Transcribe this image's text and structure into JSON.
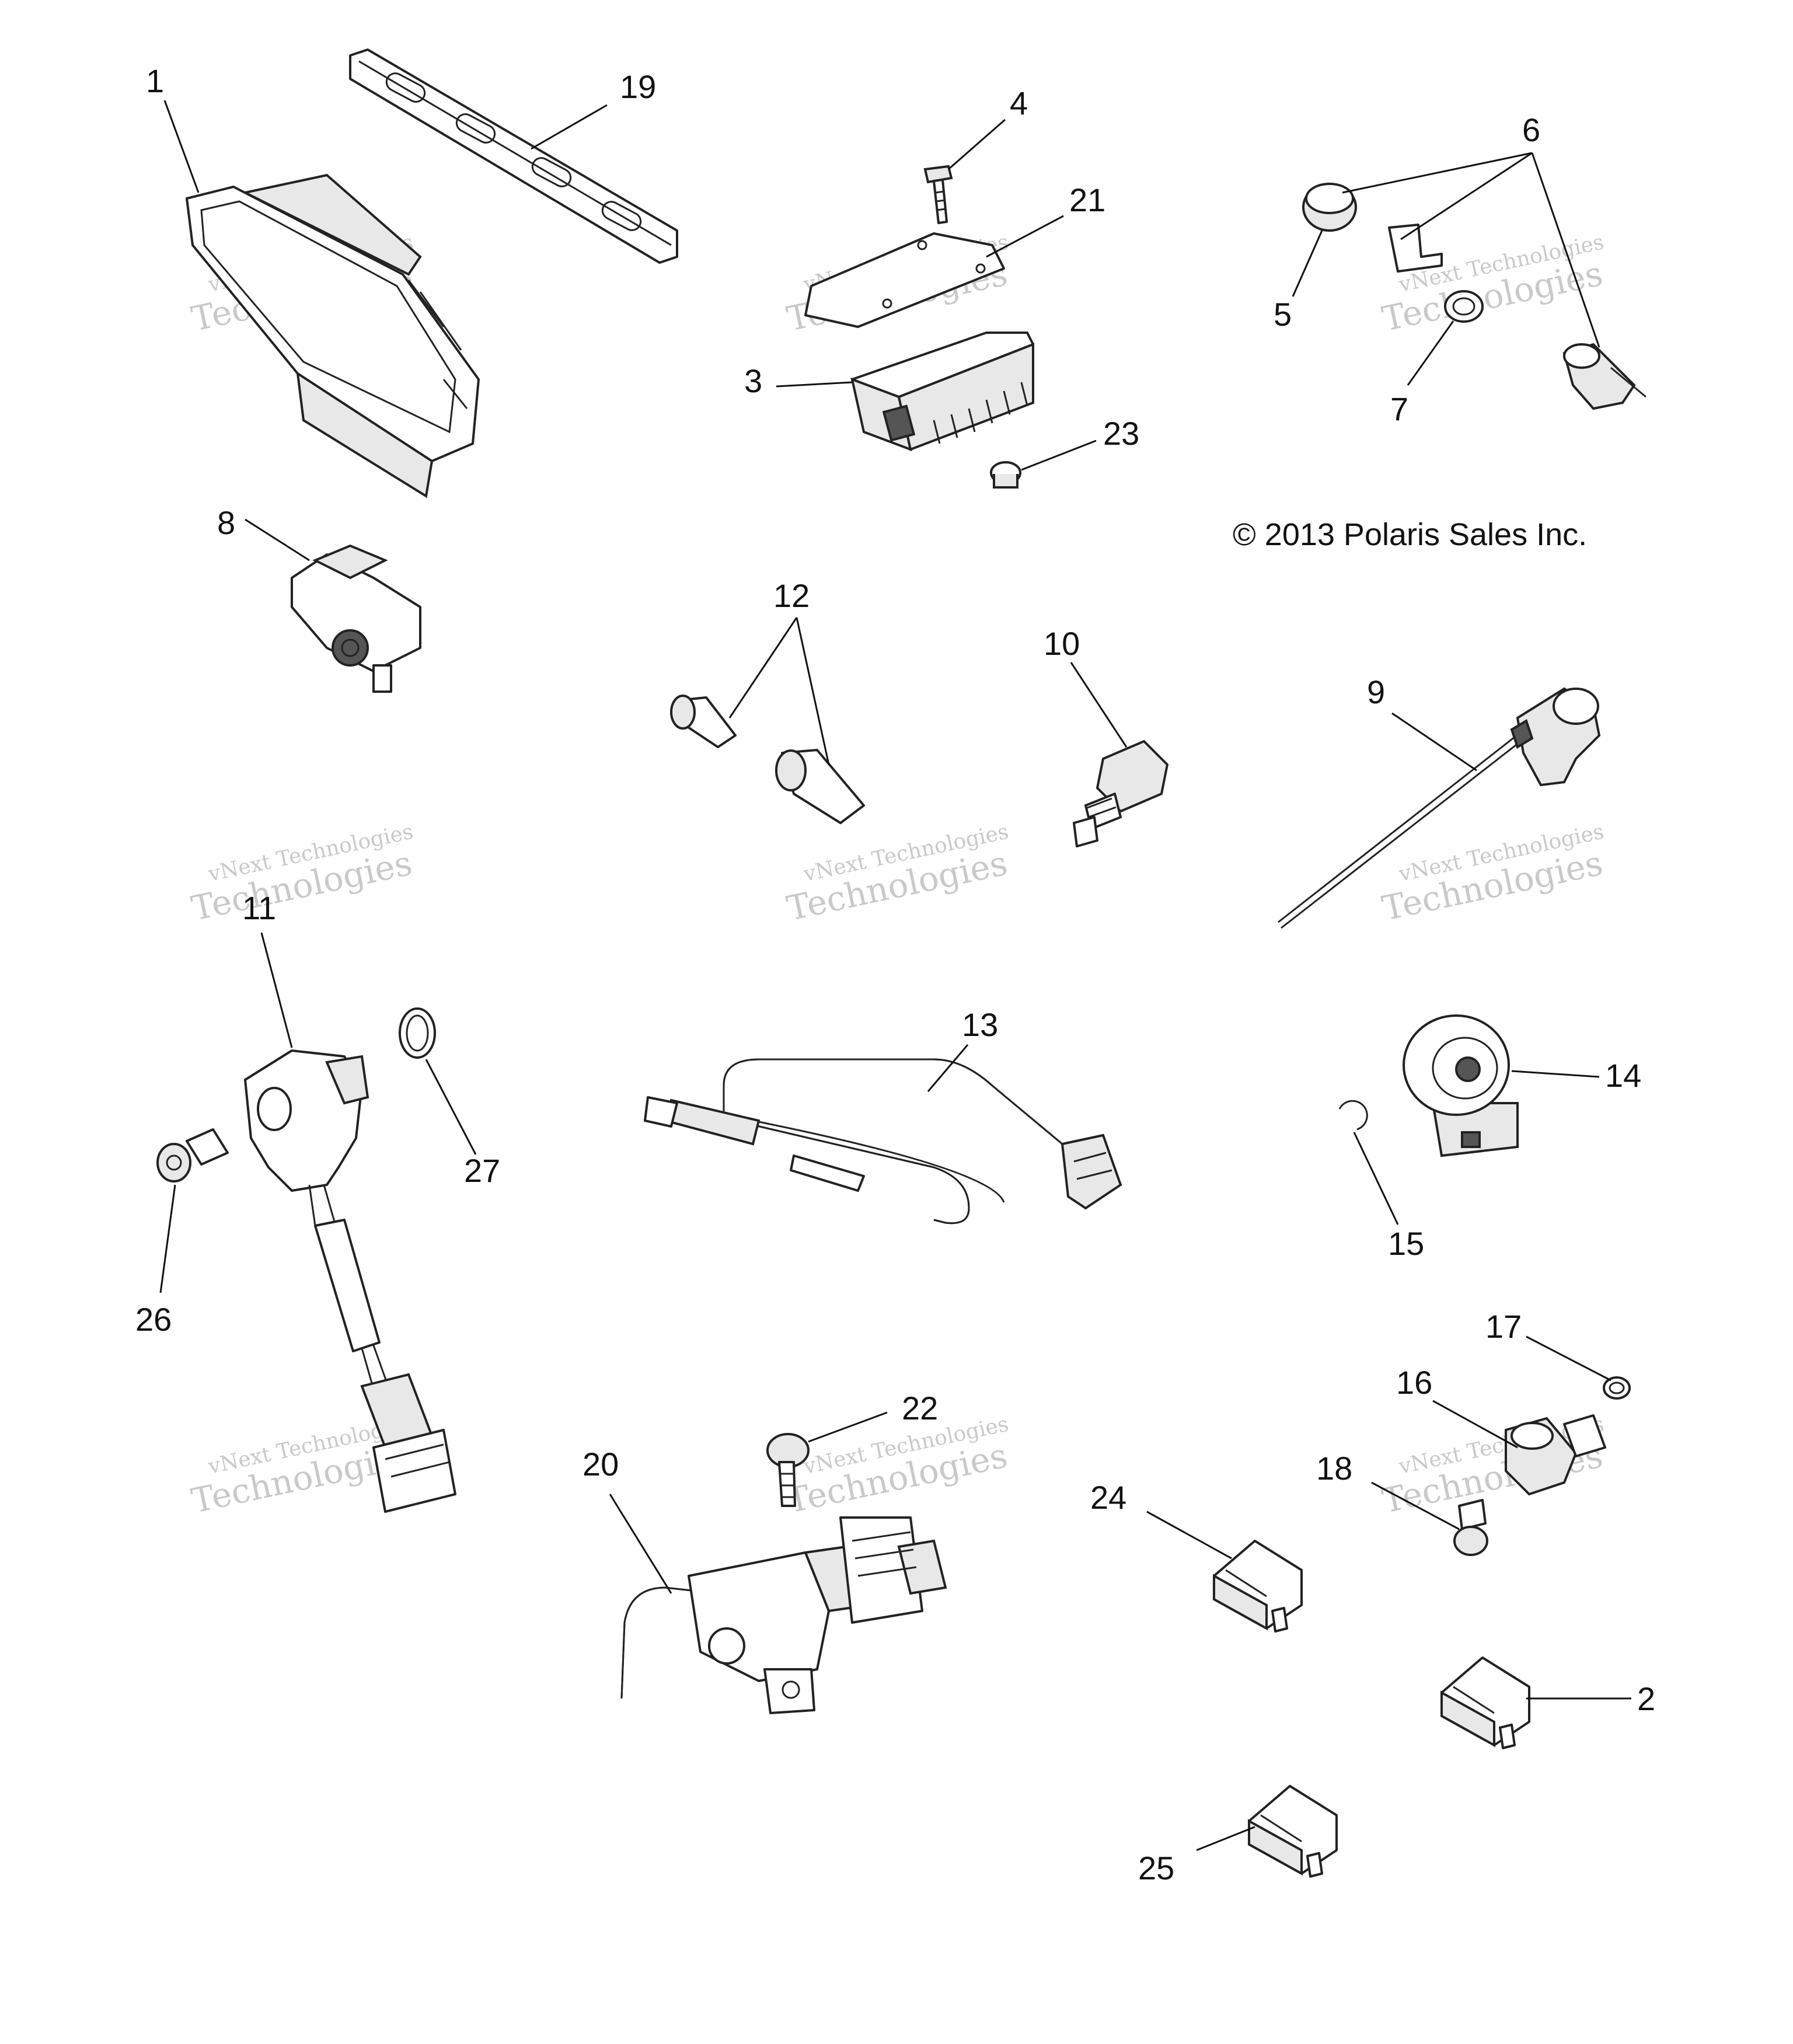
{
  "copyright": "© 2013 Polaris Sales Inc.",
  "watermark": {
    "line1": "vNext Technologies",
    "line2": "Technologies"
  },
  "callouts": {
    "c1": "1",
    "c2": "2",
    "c3": "3",
    "c4": "4",
    "c5": "5",
    "c6": "6",
    "c7": "7",
    "c8": "8",
    "c9": "9",
    "c10": "10",
    "c11": "11",
    "c12": "12",
    "c13": "13",
    "c14": "14",
    "c15": "15",
    "c16": "16",
    "c17": "17",
    "c18": "18",
    "c19": "19",
    "c20": "20",
    "c21": "21",
    "c22": "22",
    "c23": "23",
    "c24": "24",
    "c25": "25",
    "c26": "26",
    "c27": "27"
  }
}
